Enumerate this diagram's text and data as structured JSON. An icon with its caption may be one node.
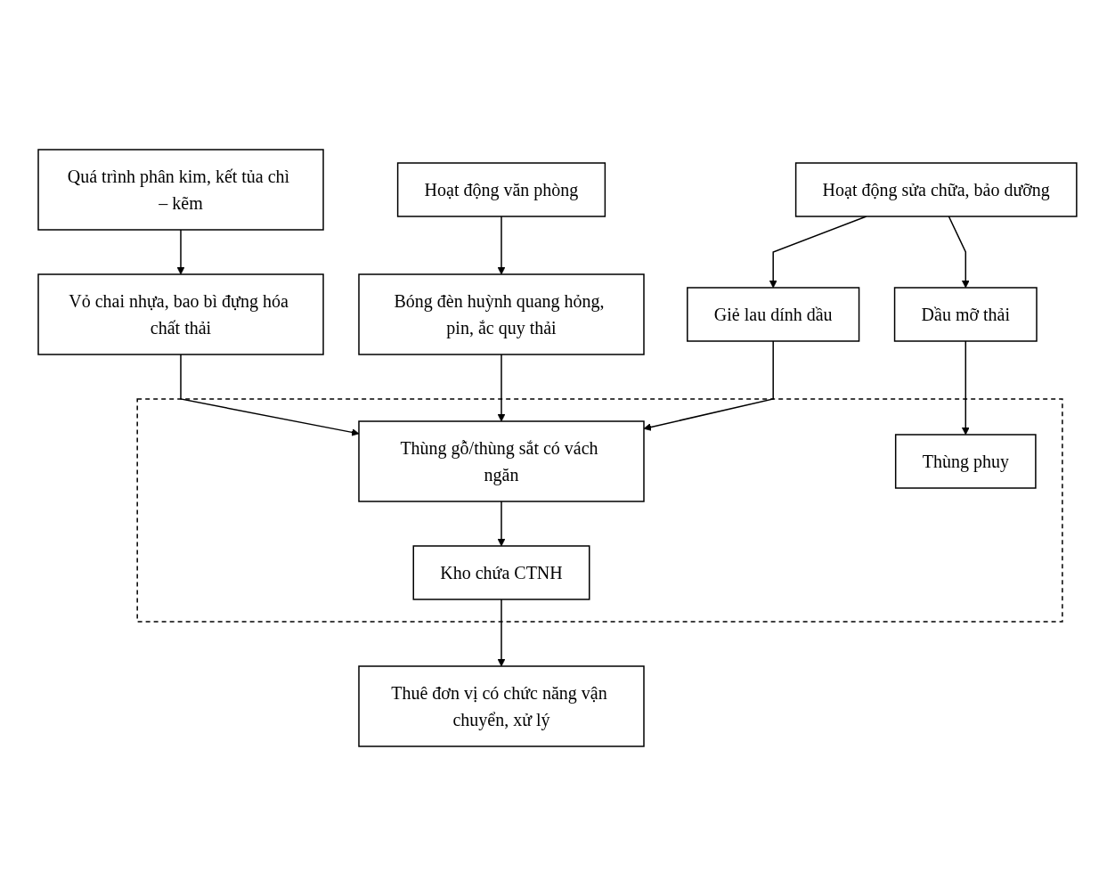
{
  "diagram": {
    "nodes": [
      {
        "text": [
          "Quá trình phân kim, kết tủa chì – kẽm"
        ]
      },
      {
        "text": [
          "Hoạt động văn phòng"
        ]
      },
      {
        "text": [
          "Hoạt động sửa chữa, bảo dưỡng"
        ]
      },
      {
        "text": [
          "Vỏ chai nhựa, bao bì đựng hóa chất thải"
        ]
      },
      {
        "text": [
          "Bóng đèn huỳnh quang hỏng, pin, ắc quy thải"
        ]
      },
      {
        "text": [
          "Giẻ lau dính dầu"
        ]
      },
      {
        "text": [
          "Dầu mỡ thải"
        ]
      },
      {
        "text": [],
        "shape": "box"
      },
      {
        "text": [
          "Thùng gỗ/thùng sắt có vách ngăn"
        ],
        "in": 7
      },
      {
        "text": [
          "Thùng phuy"
        ],
        "in": 7
      },
      {
        "text": [
          "Kho chứa CTNH"
        ],
        "in": 7
      },
      {
        "text": [
          "Thuê đơn vị có chức năng vận chuyển, xử lý"
        ]
      }
    ],
    "edges": [
      {
        "from": 0,
        "to": 3,
        "arrow": "to"
      },
      {
        "from": 1,
        "to": 4,
        "arrow": "to"
      },
      {
        "from": 2,
        "to": 5,
        "arrow": "to"
      },
      {
        "from": 2,
        "to": 6,
        "arrow": "to"
      },
      {
        "from": 3,
        "to": 8,
        "arrow": "to"
      },
      {
        "from": 4,
        "to": 8,
        "arrow": "to"
      },
      {
        "from": 5,
        "to": 8,
        "arrow": "to"
      },
      {
        "from": 6,
        "to": 9,
        "arrow": "to"
      },
      {
        "from": 8,
        "to": 10,
        "arrow": "to"
      },
      {
        "from": 10,
        "to": 11,
        "arrow": "to"
      }
    ]
  }
}
